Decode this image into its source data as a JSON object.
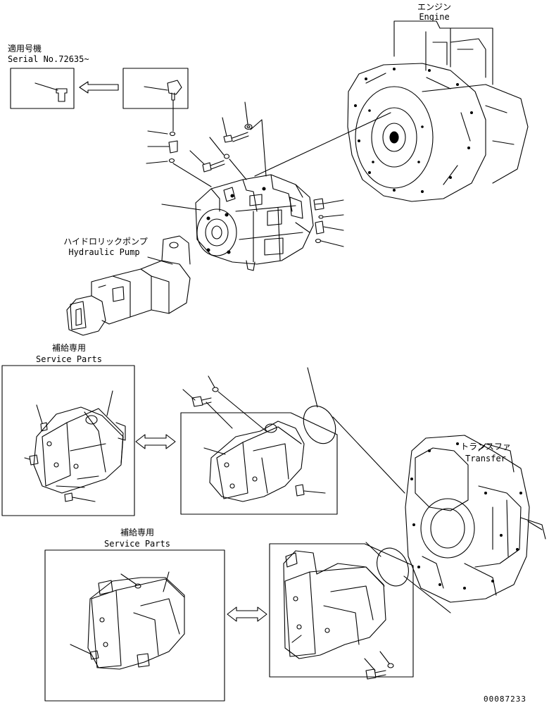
{
  "labels": {
    "engine_jp": "エンジン",
    "engine_en": "Engine",
    "serial_jp": "適用号機",
    "serial_en": "Serial No.72635~",
    "pump_jp": "ハイドロリックポンプ",
    "pump_en": "Hydraulic Pump",
    "service1_jp": "補給専用",
    "service1_en": "Service Parts",
    "service2_jp": "補給専用",
    "service2_en": "Service Parts",
    "transfer_jp": "トランスファ",
    "transfer_en": "Transfer",
    "drawing_number": "00087233"
  }
}
